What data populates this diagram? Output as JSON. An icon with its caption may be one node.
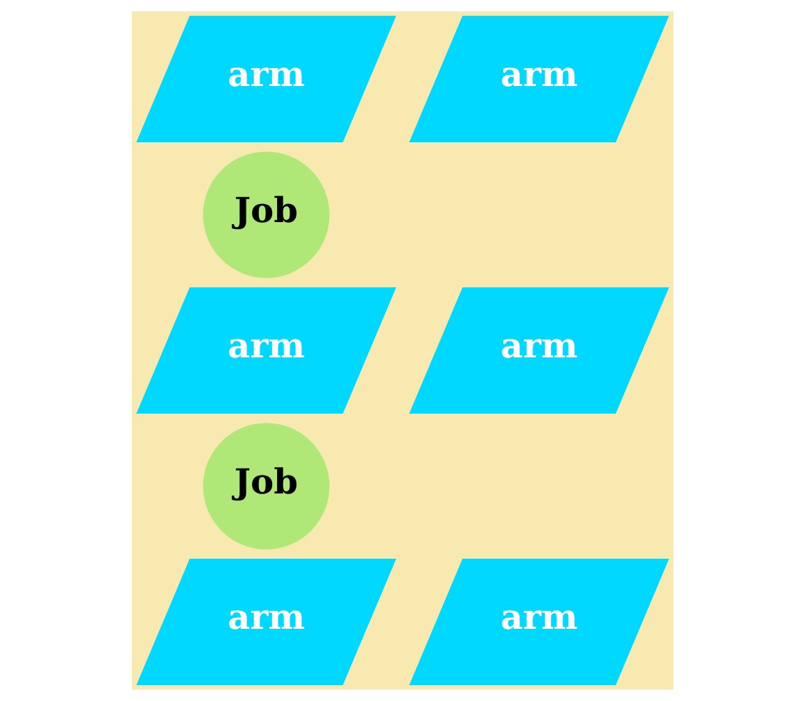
{
  "diagram": {
    "nodes": [
      {
        "text": [
          "arm"
        ]
      },
      {
        "text": [
          "arm"
        ]
      },
      {
        "text": [
          "Job"
        ]
      },
      {
        "text": [
          "arm"
        ]
      },
      {
        "text": [
          "arm"
        ]
      },
      {
        "text": [
          "Job"
        ]
      },
      {
        "text": [
          "arm"
        ]
      },
      {
        "text": [
          "arm"
        ]
      }
    ],
    "edges": []
  }
}
